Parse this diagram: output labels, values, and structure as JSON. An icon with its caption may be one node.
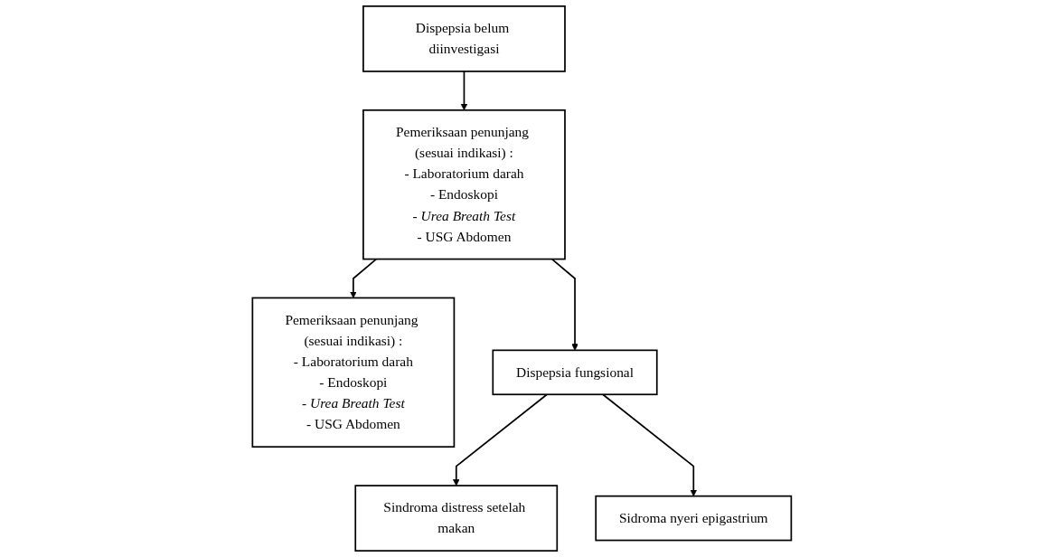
{
  "diagram": {
    "nodes": [
      {
        "text": [
          "Dispepsia belum diinvestigasi"
        ]
      },
      {
        "text": [
          "Pemeriksaan penunjang (sesuai indikasi) :",
          "- Laboratorium darah",
          "- Endoskopi",
          "- *Urea Breath Test*",
          "- USG Abdomen"
        ]
      },
      {
        "text": [
          "Pemeriksaan penunjang (sesuai indikasi) :",
          "- Laboratorium darah",
          "- Endoskopi",
          "- *Urea Breath Test*",
          "- USG Abdomen"
        ]
      },
      {
        "text": [
          "Dispepsia fungsional"
        ]
      },
      {
        "text": [
          "Sindroma distress setelah makan"
        ]
      },
      {
        "text": [
          "Sidroma nyeri epigastrium"
        ]
      }
    ],
    "edges": [
      {
        "from": 0,
        "to": 1,
        "arrow": "to"
      },
      {
        "from": 1,
        "to": 2,
        "arrow": "to"
      },
      {
        "from": 1,
        "to": 3,
        "arrow": "to"
      },
      {
        "from": 3,
        "to": 4,
        "arrow": "to"
      },
      {
        "from": 3,
        "to": 5,
        "arrow": "to"
      }
    ]
  }
}
